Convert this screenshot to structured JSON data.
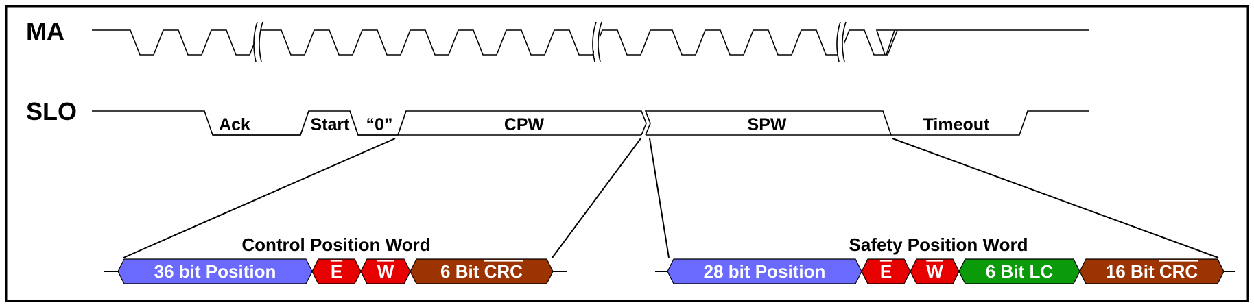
{
  "signals": {
    "ma": "MA",
    "slo": "SLO"
  },
  "slo_segments": {
    "ack": "Ack",
    "start": "Start",
    "zero": "“0”",
    "cpw": "CPW",
    "spw": "SPW",
    "timeout": "Timeout"
  },
  "cpw": {
    "title": "Control Position Word",
    "fields": [
      {
        "text": "36 bit Position",
        "overline": "",
        "color": "#6a6aff"
      },
      {
        "text": "",
        "overline": "E",
        "color": "#e60000"
      },
      {
        "text": "",
        "overline": "W",
        "color": "#e60000"
      },
      {
        "text": "6 Bit ",
        "overline": "CRC",
        "color": "#9b3400"
      }
    ]
  },
  "spw": {
    "title": "Safety Position Word",
    "fields": [
      {
        "text": "28 bit Position",
        "overline": "",
        "color": "#6a6aff"
      },
      {
        "text": "",
        "overline": "E",
        "color": "#e60000"
      },
      {
        "text": "",
        "overline": "W",
        "color": "#e60000"
      },
      {
        "text": "6 Bit LC",
        "overline": "",
        "color": "#0a9a0a"
      },
      {
        "text": "16 Bit ",
        "overline": "CRC",
        "color": "#9b3400"
      }
    ]
  }
}
